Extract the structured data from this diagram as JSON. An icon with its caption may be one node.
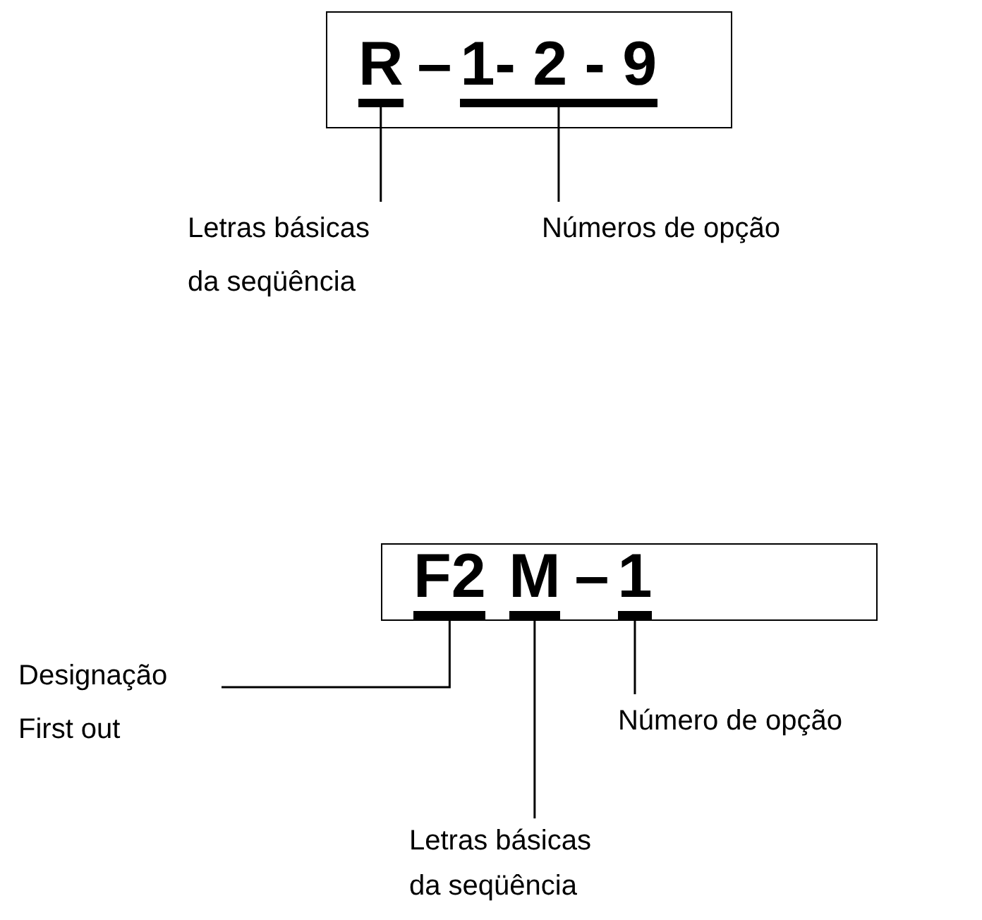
{
  "diagram": {
    "nodes": [
      {
        "text": [],
        "shape": "box"
      },
      {
        "text": [
          "R"
        ],
        "in": 0
      },
      {
        "text": [
          "1- 2 - 9"
        ],
        "in": 0
      },
      {
        "text": [
          "Letras básicas da seqüência"
        ]
      },
      {
        "text": [
          "Números de opção"
        ]
      },
      {
        "text": [],
        "shape": "box"
      },
      {
        "text": [
          "F2"
        ],
        "in": 5
      },
      {
        "text": [
          "M"
        ],
        "in": 5
      },
      {
        "text": [
          "1"
        ],
        "in": 5
      },
      {
        "text": [
          "Designação First out"
        ]
      },
      {
        "text": [
          "Número de opção"
        ]
      },
      {
        "text": [
          "Letras básicas da seqüência"
        ]
      }
    ],
    "edges": [
      {
        "from": 3,
        "to": 1,
        "arrow": "none"
      },
      {
        "from": 4,
        "to": 2,
        "arrow": "none"
      },
      {
        "from": 9,
        "to": 6,
        "arrow": "none"
      },
      {
        "from": 11,
        "to": 7,
        "arrow": "none"
      },
      {
        "from": 10,
        "to": 8,
        "arrow": "none"
      }
    ],
    "labels": [
      "–",
      "–"
    ]
  }
}
